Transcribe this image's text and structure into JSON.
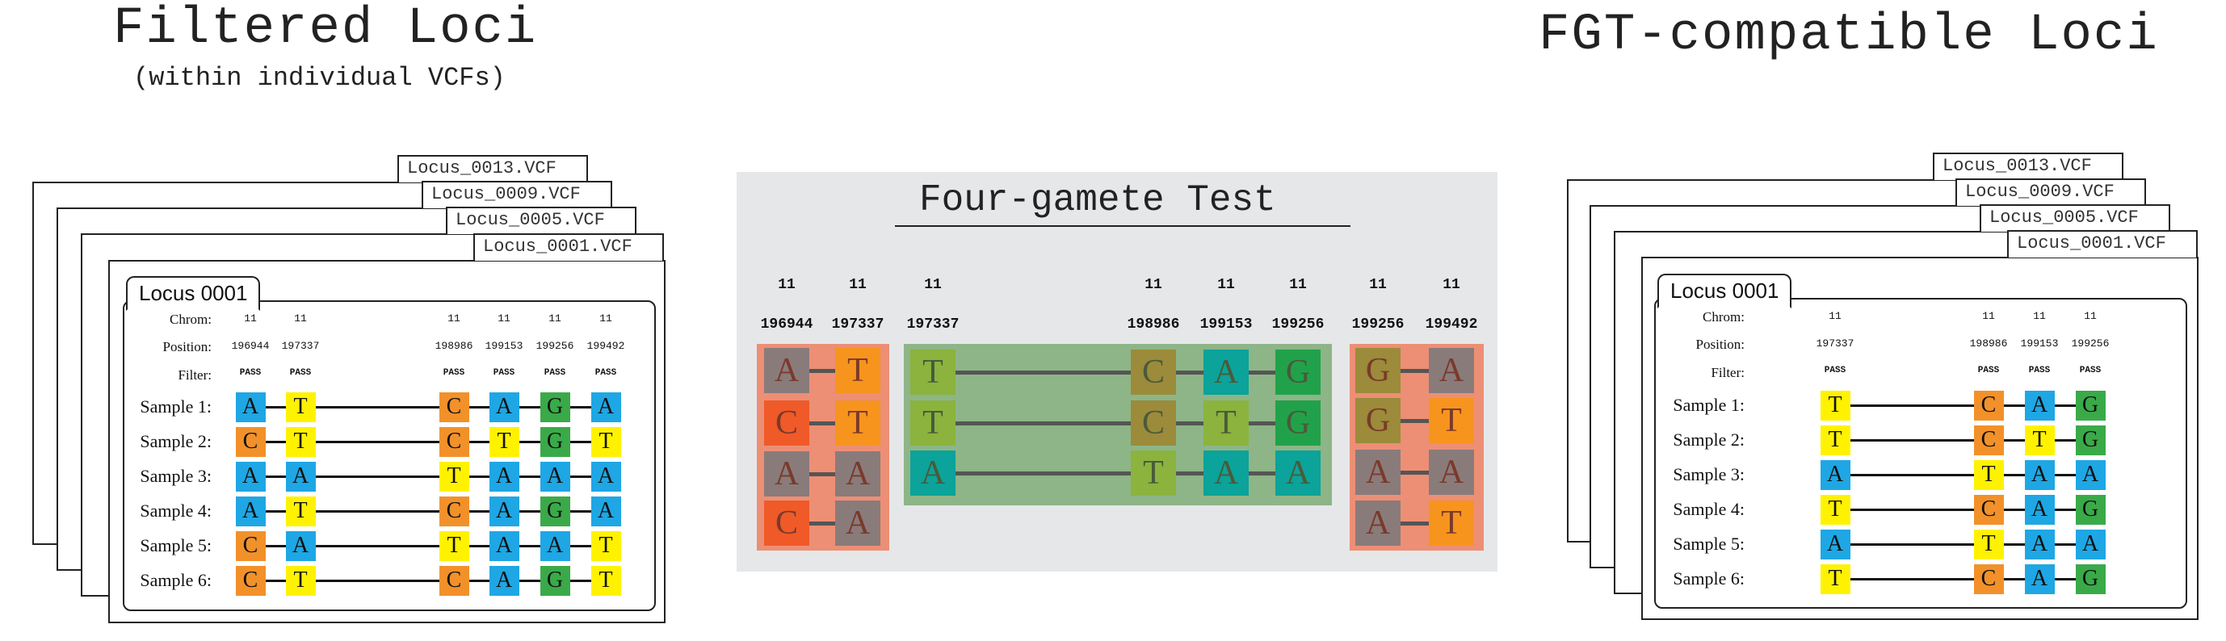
{
  "colors": {
    "A": "#1ea7e4",
    "C": "#f2912a",
    "G": "#3aaa49",
    "T": "#fff200"
  },
  "fgt_colors": {
    "band_bad": "#ec8f75",
    "band_good": "#8db587",
    "panel_bg": "#e6e7e9",
    "A_gray": "#8a7b7b",
    "C_red": "#f05a28",
    "T_orange": "#f7941d",
    "T_green": "#8bb33e",
    "C_olive": "#9b8b3a",
    "A_teal": "#0ba39a",
    "G_green": "#21a24a",
    "G_olive": "#9b8b3a"
  },
  "left": {
    "title": "Filtered Loci",
    "subtitle": "(within individual VCFs)",
    "files": [
      "Locus_0013.VCF",
      "Locus_0009.VCF",
      "Locus_0005.VCF",
      "Locus_0001.VCF"
    ],
    "locus_label": "Locus 0001",
    "chrom_label": "Chrom:",
    "position_label": "Position:",
    "filter_label": "Filter:",
    "columns": [
      {
        "chrom": "11",
        "pos": "196944",
        "filter": "PASS"
      },
      {
        "chrom": "11",
        "pos": "197337",
        "filter": "PASS"
      },
      {
        "chrom": "11",
        "pos": "198986",
        "filter": "PASS"
      },
      {
        "chrom": "11",
        "pos": "199153",
        "filter": "PASS"
      },
      {
        "chrom": "11",
        "pos": "199256",
        "filter": "PASS"
      },
      {
        "chrom": "11",
        "pos": "199492",
        "filter": "PASS"
      }
    ],
    "samples": [
      {
        "label": "Sample 1:",
        "bases": [
          "A",
          "T",
          "C",
          "A",
          "G",
          "A"
        ]
      },
      {
        "label": "Sample 2:",
        "bases": [
          "C",
          "T",
          "C",
          "T",
          "G",
          "T"
        ]
      },
      {
        "label": "Sample 3:",
        "bases": [
          "A",
          "A",
          "T",
          "A",
          "A",
          "A"
        ]
      },
      {
        "label": "Sample 4:",
        "bases": [
          "A",
          "T",
          "C",
          "A",
          "G",
          "A"
        ]
      },
      {
        "label": "Sample 5:",
        "bases": [
          "C",
          "A",
          "T",
          "A",
          "A",
          "T"
        ]
      },
      {
        "label": "Sample 6:",
        "bases": [
          "C",
          "T",
          "C",
          "A",
          "G",
          "T"
        ]
      }
    ]
  },
  "center": {
    "title": "Four-gamete Test",
    "headers": [
      {
        "chrom": "11",
        "pos": "196944"
      },
      {
        "chrom": "11",
        "pos": "197337"
      },
      {
        "chrom": "11",
        "pos": "197337"
      },
      {
        "chrom": "11",
        "pos": "198986"
      },
      {
        "chrom": "11",
        "pos": "199153"
      },
      {
        "chrom": "11",
        "pos": "199256"
      },
      {
        "chrom": "11",
        "pos": "199256"
      },
      {
        "chrom": "11",
        "pos": "199492"
      }
    ],
    "left_pair": [
      [
        "A",
        "T"
      ],
      [
        "C",
        "T"
      ],
      [
        "A",
        "A"
      ],
      [
        "C",
        "A"
      ]
    ],
    "middle": [
      [
        "T",
        "C",
        "A",
        "G"
      ],
      [
        "T",
        "C",
        "T",
        "G"
      ],
      [
        "A",
        "T",
        "A",
        "A"
      ]
    ],
    "right_pair": [
      [
        "G",
        "A"
      ],
      [
        "G",
        "T"
      ],
      [
        "A",
        "A"
      ],
      [
        "A",
        "T"
      ]
    ]
  },
  "right": {
    "title": "FGT-compatible Loci",
    "files": [
      "Locus_0013.VCF",
      "Locus_0009.VCF",
      "Locus_0005.VCF",
      "Locus_0001.VCF"
    ],
    "locus_label": "Locus 0001",
    "chrom_label": "Chrom:",
    "position_label": "Position:",
    "filter_label": "Filter:",
    "columns": [
      {
        "chrom": "11",
        "pos": "197337",
        "filter": "PASS"
      },
      {
        "chrom": "11",
        "pos": "198986",
        "filter": "PASS"
      },
      {
        "chrom": "11",
        "pos": "199153",
        "filter": "PASS"
      },
      {
        "chrom": "11",
        "pos": "199256",
        "filter": "PASS"
      }
    ],
    "samples": [
      {
        "label": "Sample 1:",
        "bases": [
          "T",
          "C",
          "A",
          "G"
        ]
      },
      {
        "label": "Sample 2:",
        "bases": [
          "T",
          "C",
          "T",
          "G"
        ]
      },
      {
        "label": "Sample 3:",
        "bases": [
          "A",
          "T",
          "A",
          "A"
        ]
      },
      {
        "label": "Sample 4:",
        "bases": [
          "T",
          "C",
          "A",
          "G"
        ]
      },
      {
        "label": "Sample 5:",
        "bases": [
          "A",
          "T",
          "A",
          "A"
        ]
      },
      {
        "label": "Sample 6:",
        "bases": [
          "T",
          "C",
          "A",
          "G"
        ]
      }
    ]
  }
}
